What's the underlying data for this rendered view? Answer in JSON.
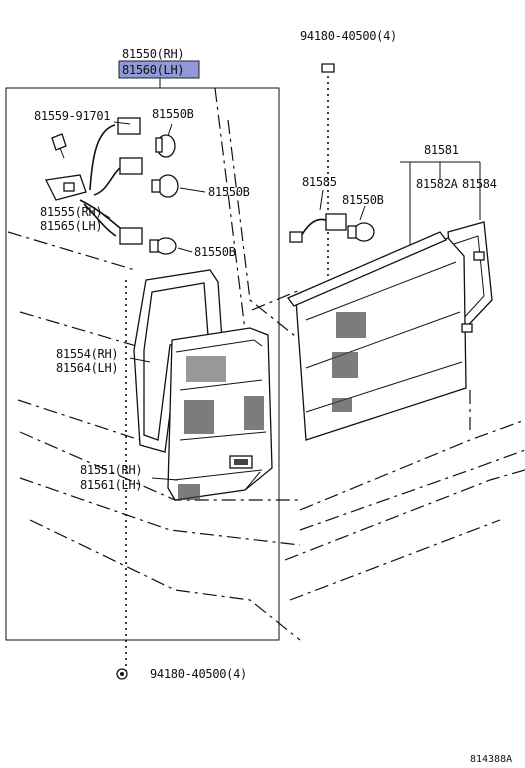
{
  "labels": {
    "assembly_rh": "81550(RH)",
    "assembly_lh": "81560(LH)",
    "screw_top": "94180-40500(4)",
    "screw_bottom": "94180-40500(4)",
    "screw_small": "81559-91701",
    "bulb_1": "81550B",
    "bulb_2": "81550B",
    "bulb_3": "81550B",
    "bulb_right": "81550B",
    "socket_rh": "81555(RH)",
    "socket_lh": "81565(LH)",
    "gasket_rh": "81554(RH)",
    "gasket_lh": "81564(LH)",
    "lens_rh": "81551(RH)",
    "lens_lh": "81561(LH)",
    "license_assy": "81581",
    "license_lens": "81582A",
    "license_cover": "81584",
    "license_socket": "81585",
    "ref_code": "814388A"
  },
  "highlight_color": "#8f9ad6"
}
